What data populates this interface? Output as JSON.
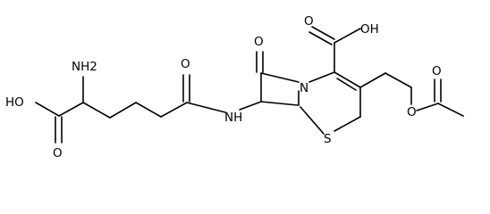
{
  "structure": {
    "atom_labels": {
      "nh2": "NH2",
      "ho_left": "HO",
      "o_left_acid": "O",
      "o_amide": "O",
      "nh_amide": "NH",
      "o_lactam": "O",
      "n_ring": "N",
      "s_ring": "S",
      "o_acid_top": "O",
      "oh_acid_top": "OH",
      "o_ester": "O",
      "o_acetyl": "O"
    }
  }
}
